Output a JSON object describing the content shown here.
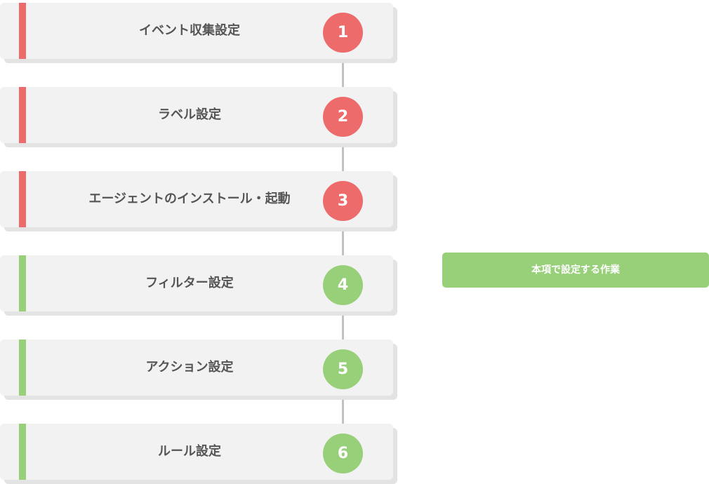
{
  "colors": {
    "done": "#ee6b6b",
    "current": "#98d07a",
    "card": "#f2f2f2",
    "connector": "#c2c2c2",
    "text": "#555555"
  },
  "steps": [
    {
      "number": "1",
      "label": "イベント収集設定",
      "status": "red"
    },
    {
      "number": "2",
      "label": "ラベル設定",
      "status": "red"
    },
    {
      "number": "3",
      "label": "エージェントのインストール・起動",
      "status": "red"
    },
    {
      "number": "4",
      "label": "フィルター設定",
      "status": "green"
    },
    {
      "number": "5",
      "label": "アクション設定",
      "status": "green"
    },
    {
      "number": "6",
      "label": "ルール設定",
      "status": "green"
    }
  ],
  "legend": {
    "label": "本項で設定する作業"
  }
}
